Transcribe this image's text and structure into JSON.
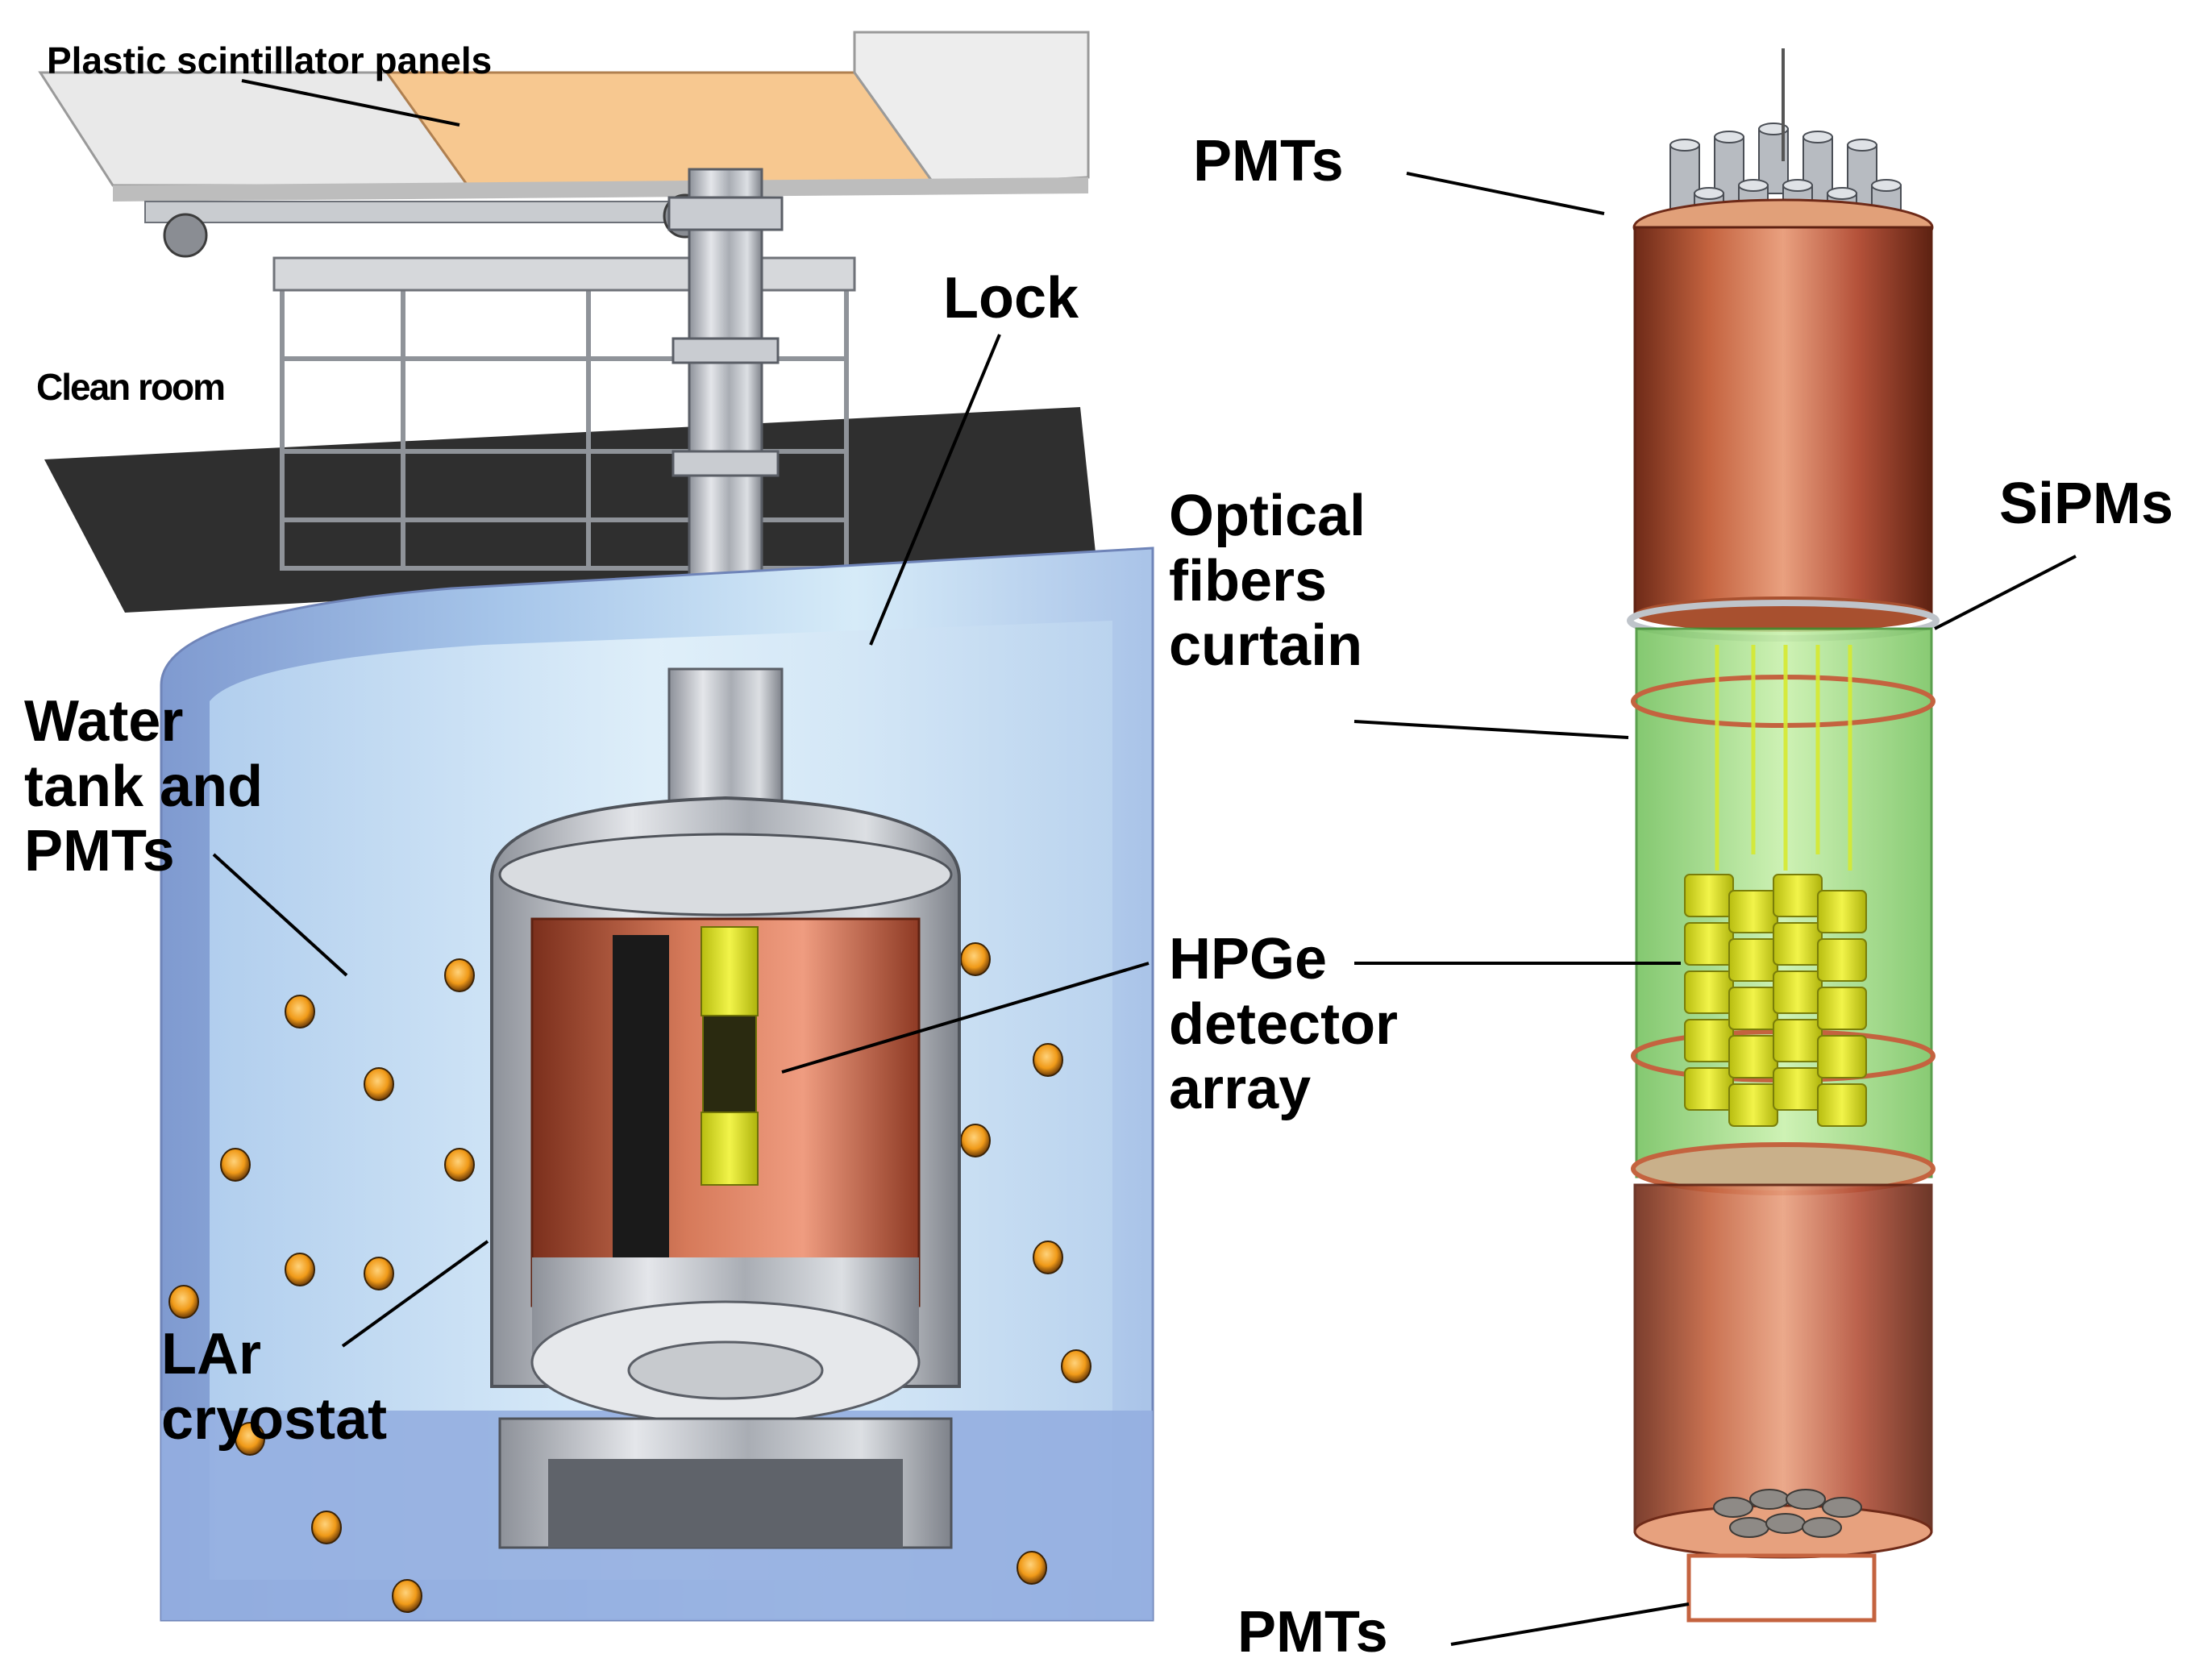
{
  "colors": {
    "tank_blue": "#8aa6d8",
    "tank_light": "#cfe4f6",
    "floor_dark": "#2d2d2d",
    "panel_grey": "#e6e6e6",
    "panel_orange": "#f6c48d",
    "copper": "#b5563a",
    "copper_light": "#e89a7c",
    "steel": "#b8bcc2",
    "steel_dark": "#7c8088",
    "fiber_green": "#a8e08a",
    "ge_yellow": "#e6ea2a",
    "pmt_orange": "#f0a020"
  },
  "labels": {
    "plastic": "Plastic scintillator panels",
    "clean_room": "Clean room",
    "lock": "Lock",
    "water": [
      "Water",
      "tank and",
      "PMTs"
    ],
    "lar": [
      "LAr",
      "cryostat"
    ],
    "pmts_top": "PMTs",
    "optical": [
      "Optical",
      "fibers",
      "curtain"
    ],
    "hpge": [
      "HPGe",
      "detector",
      "array"
    ],
    "sipms": "SiPMs",
    "pmts_bottom": "PMTs"
  }
}
